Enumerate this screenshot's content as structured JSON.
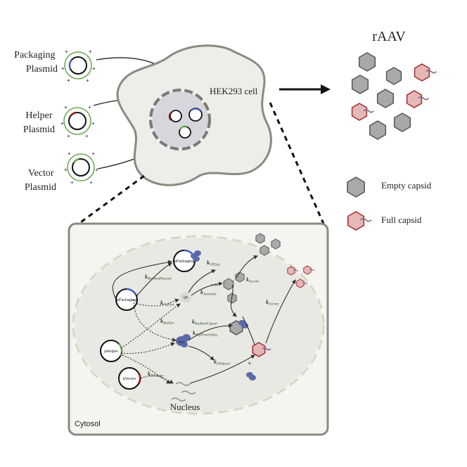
{
  "title": "rAAV",
  "plasmids": [
    {
      "line1": "Packaging",
      "line2": "Plasmid",
      "color": "#3b5fc4"
    },
    {
      "line1": "Helper",
      "line2": "Plasmid",
      "color": "#8b1a1a"
    },
    {
      "line1": "Vector",
      "line2": "Plasmid",
      "color": "#6aa84f"
    }
  ],
  "cell_label": "HEK293 cell",
  "legend": {
    "empty": "Empty capsid",
    "full": "Full capsid"
  },
  "detail": {
    "cytosol": "Cytosol",
    "nucleus": "Nucleus",
    "nodes": {
      "ppackaging_top": "pPackaging",
      "ppackaging": "pPackaging",
      "phelper": "pHelper",
      "pvector": "pVector",
      "vp": "VP",
      "rep": "Rep"
    },
    "times60": "x 60",
    "plus": "+",
    "rates": {
      "rep_bind_plasmid": {
        "k": "k",
        "sub": "RepBindPlasmid"
      },
      "vp_deg": {
        "k": "k",
        "sub": "VPDeg"
      },
      "assembly": {
        "k": "k",
        "sub": "Assembly"
      },
      "cap_syn": {
        "k": "k",
        "sub": "CapSyn"
      },
      "rep_syn": {
        "k": "k",
        "sub": "RepSyn"
      },
      "rep_bind_capsid": {
        "k": "k",
        "sub": "RepBindCapsid"
      },
      "rep_protein_deg": {
        "k": "k",
        "sub": "RepProteinDeg"
      },
      "dna_pack": {
        "k": "k",
        "sub": "DNApack"
      },
      "dna_amp": {
        "k": "k",
        "sub": "DNAamp"
      },
      "secrete_empty": {
        "k": "k",
        "sub": "Secrete"
      },
      "secrete_full": {
        "k": "k",
        "sub": "Secrete"
      }
    }
  },
  "colors": {
    "empty_fill": "#a9a9a9",
    "full_fill": "#e6b7b7",
    "full_stroke": "#9b2d2d",
    "cell_fill": "#ededea",
    "nucleus_fill": "#d6d6dc",
    "rep_protein": "#5a6aa8",
    "plus_sign": "#6aa84f"
  }
}
